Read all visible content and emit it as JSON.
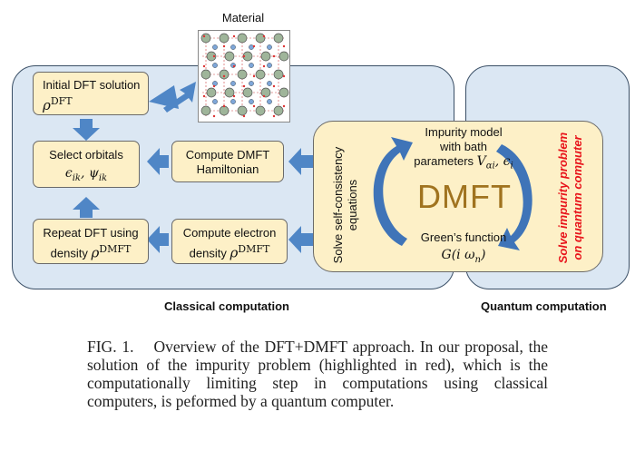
{
  "material": {
    "label": "Material"
  },
  "panels": {
    "classical_label": "Classical computation",
    "quantum_label": "Quantum computation"
  },
  "boxes": {
    "initial_dft": {
      "line1": "Initial DFT solution",
      "math": "ρ",
      "sup": "DFT"
    },
    "select_orbitals": {
      "line1": "Select orbitals",
      "math": "ϵ",
      "math_sub": "ik",
      "math2": ", ψ",
      "math2_sub": "ik"
    },
    "compute_hamiltonian": {
      "line1": "Compute DMFT",
      "line2": "Hamiltonian"
    },
    "repeat_dft": {
      "line1": "Repeat DFT using",
      "line2": "density ",
      "math": "ρ",
      "sup": "DMFT"
    },
    "compute_density": {
      "line1": "Compute electron",
      "line2": "density ",
      "math": "ρ",
      "sup": "DMFT"
    },
    "dmft": {
      "title": "DMFT",
      "impurity_line1": "Impurity model",
      "impurity_line2": "with bath",
      "impurity_line3": "parameters ",
      "impurity_math": "V",
      "impurity_math_sub": "αi",
      "impurity_math2": ", ϵ",
      "impurity_math2_sub": "i",
      "greens_line1": "Green’s function",
      "greens_math": "G(i ω",
      "greens_math_sub": "n",
      "greens_math_end": ")",
      "self_consistency_line1": "Solve self-consistency",
      "self_consistency_line2": "equations",
      "quantum_line1": "Solve impurity problem",
      "quantum_line2": "on quantum computer"
    }
  },
  "caption": {
    "fig": "FIG. 1.",
    "text": "Overview of the DFT+DMFT approach. In our proposal, the solution of the impurity problem (highlighted in red), which is the computationally limiting step in computations using classical computers, is peformed by a quantum computer."
  },
  "colors": {
    "panel": "#dbe7f3",
    "box": "#fdf0c7",
    "arrow": "#4f86c6",
    "quantum_text": "#e8141b",
    "dmft_title": "#a0731f"
  }
}
